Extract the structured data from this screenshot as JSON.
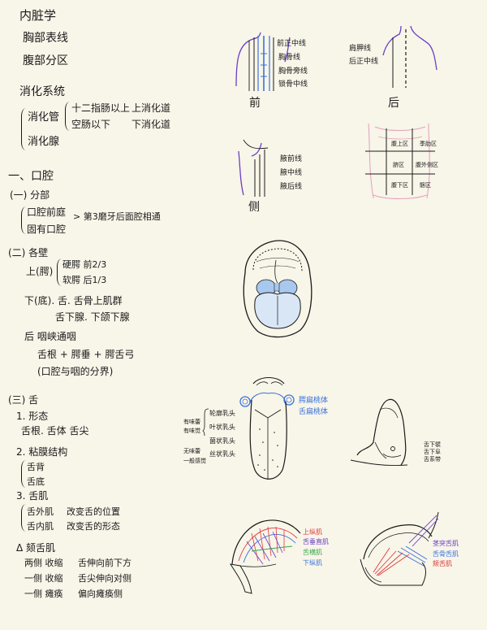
{
  "notes": {
    "neizang": "内脏学",
    "xiongbu": "胸部表线",
    "fubu": "腹部分区",
    "xiaohua": "消化系统",
    "xhg": "消化管",
    "xhx": "消化腺",
    "shier": "十二指肠以上",
    "kongchang": "空肠以下",
    "shang": "上消化道",
    "xia": "下消化道",
    "kouqiang": "一、口腔",
    "fenbu": "(一) 分部",
    "qianting": "口腔前庭",
    "guyou": "固有口腔",
    "tongdi": "> 第3磨牙后面腔相通",
    "gebi": "(二) 各壁",
    "shange": "上(腭)",
    "ying": "硬腭  前2/3",
    "ruan": "软腭  后1/3",
    "xiadi": "下(底). 舌. 舌骨上肌群",
    "shexia": "舌下腺. 下颌下腺",
    "hou": "后  咽峡通咽",
    "shegen": "舌根 + 腭垂 + 腭舌弓",
    "fenjie": "(口腔与咽的分界)",
    "she": "(三) 舌",
    "xingtai": "1. 形态",
    "sheparts": "舌根. 舌体 舌尖",
    "nianmo": "2. 粘膜结构",
    "shebei": "舌背",
    "shedi": "舌底",
    "sheji": "3. 舌肌",
    "shewai": "舌外肌",
    "shewai_d": "改变舌的位置",
    "shenei": "舌内肌",
    "shenei_d": "改变舌的形态",
    "kesheji": "Δ 颏舌肌",
    "liangce": "两侧 收缩",
    "liangce_d": "舌伸向前下方",
    "yice": "一侧 收缩",
    "yice_d": "舌尖伸向对侧",
    "yicetan": "一侧 瘫痪",
    "yicetan_d": "偏向瘫痪侧"
  },
  "figures": {
    "front": {
      "l1": "前正中线",
      "l2": "胸骨线",
      "l3": "胸骨旁线",
      "l4": "锁骨中线",
      "caption": "前"
    },
    "back": {
      "l1": "肩胛线",
      "l2": "后正中线",
      "caption": "后"
    },
    "side": {
      "l1": "腋前线",
      "l2": "腋中线",
      "l3": "腋后线",
      "caption": "侧"
    },
    "abdomen": {
      "r1": "腹上区",
      "r2": "季肋区",
      "r3": "脐区",
      "r4": "腹外侧区",
      "r5": "腹下区",
      "r6": "髂区"
    },
    "tongue": {
      "a1": "腭扁桃体",
      "a2": "舌扁桃体",
      "b1": "轮廓乳头",
      "b2": "叶状乳头",
      "b3": "菌状乳头",
      "b4": "丝状乳头",
      "c1": "有味蕾",
      "c2": "有味觉",
      "c3": "无味蕾",
      "c4": "一般感觉"
    },
    "sublingual": {
      "d1": "舌下襞",
      "d2": "舌下阜",
      "d3": "舌系带"
    },
    "intrinsic": {
      "e1": "上纵肌",
      "e2": "舌垂直肌",
      "e3": "舌横肌",
      "e4": "下纵肌"
    },
    "extrinsic": {
      "f1": "茎突舌肌",
      "f2": "舌骨舌肌",
      "f3": "颏舌肌"
    }
  },
  "colors": {
    "blue": "#3a73d9",
    "red": "#d93a3a",
    "green": "#3aa64a",
    "purple": "#6a3fc4",
    "paper": "#f8f5e9"
  }
}
